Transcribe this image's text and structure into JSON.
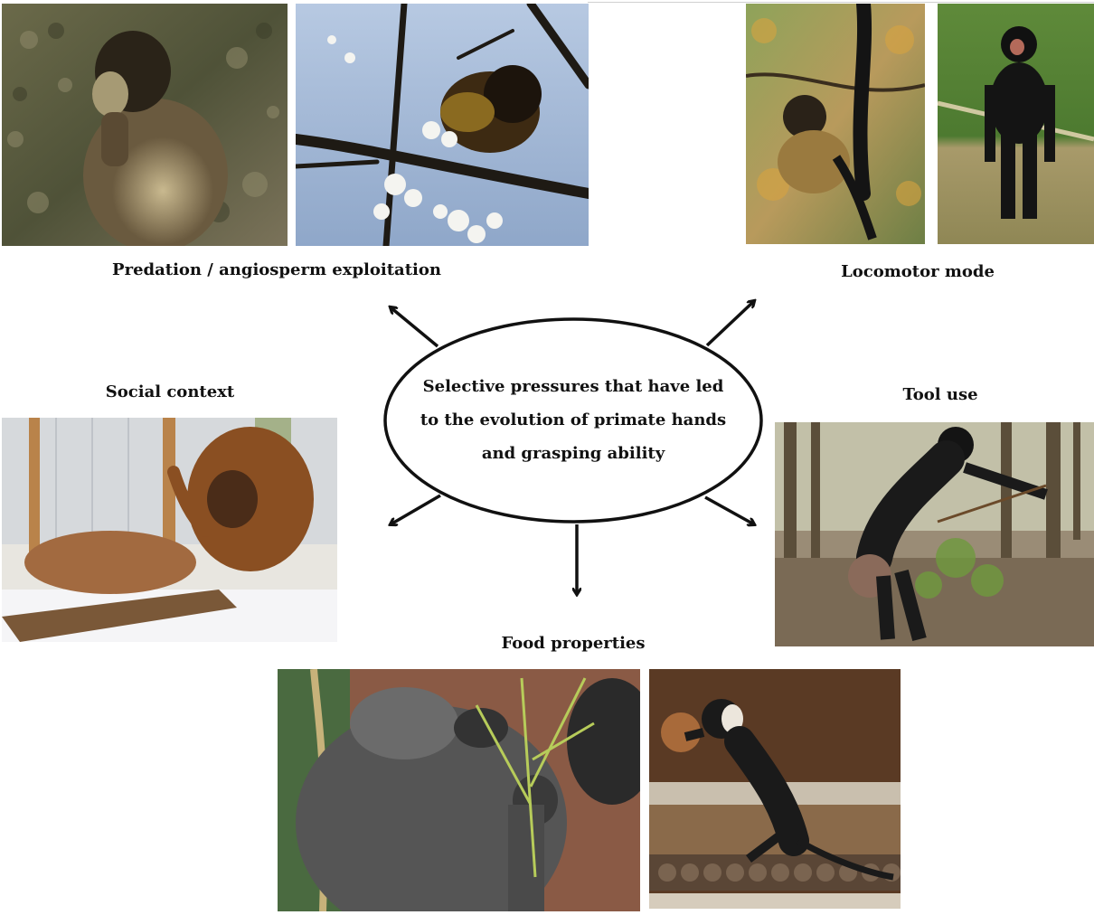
{
  "labels": {
    "predation": "Predation / angiosperm exploitation",
    "locomotor": "Locomotor mode",
    "social": "Social context",
    "tool": "Tool use",
    "food": "Food properties"
  },
  "center": {
    "line1": "Selective pressures that have led",
    "line2": "to the evolution of primate hands",
    "line3": "and grasping ability"
  },
  "colors": {
    "ink": "#111111",
    "background": "#ffffff"
  },
  "photo_icons": [
    "capuchin-foraging-photo",
    "monkey-in-blossom-tree-photo",
    "monkey-hanging-branch-photo",
    "spider-monkey-walking-photo",
    "gelada-grooming-photo",
    "bonobo-with-stick-photo",
    "gorilla-eating-bamboo-photo",
    "mangabey-coconut-photo"
  ]
}
